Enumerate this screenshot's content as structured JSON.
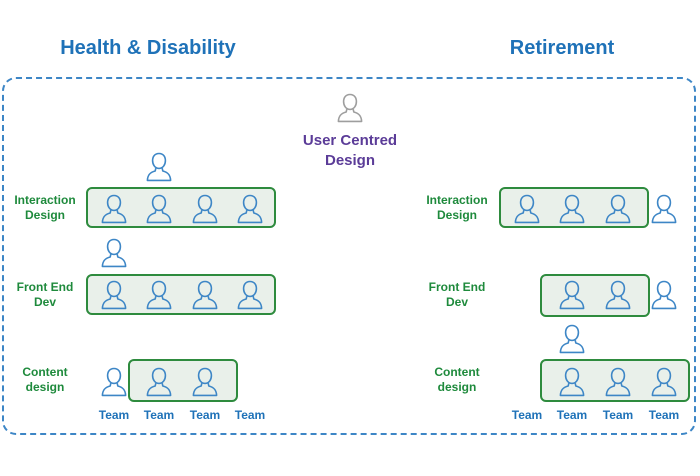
{
  "sections": {
    "left_title": "Health & Disability",
    "right_title": "Retirement"
  },
  "center": {
    "label_line1": "User Centred",
    "label_line2": "Design"
  },
  "rows": {
    "interaction_line1": "Interaction",
    "interaction_line2": "Design",
    "frontend_line1": "Front End",
    "frontend_line2": "Dev",
    "content_line1": "Content",
    "content_line2": "design"
  },
  "team_labels": {
    "left": [
      "Team",
      "Team",
      "Team",
      "Team"
    ],
    "right": [
      "Team",
      "Team",
      "Team",
      "Team"
    ]
  },
  "colors": {
    "section_title": "#1f72b8",
    "ucd": "#5b3c98",
    "row_label": "#1e8a3c",
    "box_border": "#2e8b3e",
    "box_fill": "#e9f0ea",
    "person_blue": "#3d86c6",
    "person_gray": "#9e9e9e",
    "dashed_frame": "#3d86c6"
  },
  "icons": {
    "person": "person-icon"
  }
}
